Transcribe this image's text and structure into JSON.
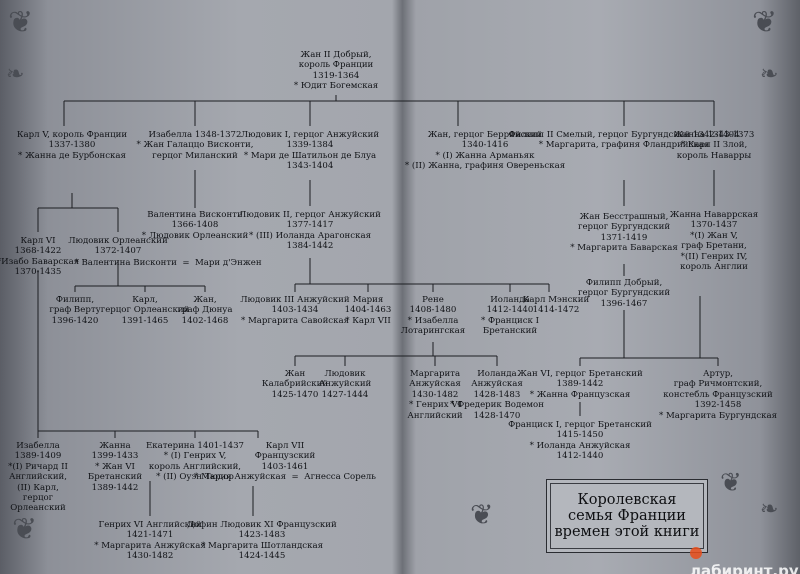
{
  "nodes": [
    {
      "id": "jean2",
      "text": "Жан II Добрый,\nкороль Франции\n1319-1364\n* Юдит Богемская"
    },
    {
      "id": "charles5",
      "text": "Карл V, король Франции\n1337-1380\n* Жанна де Бурбонская"
    },
    {
      "id": "isabella1348",
      "text": "Изабелла 1348-1372\n* Жан Галаццо Висконти,\nгерцог Миланский"
    },
    {
      "id": "louis1",
      "text": "Людовик I, герцог Анжуйский\n1339-1384\n* Мари де Шатильон де Блуа\n1343-1404"
    },
    {
      "id": "jean_berry",
      "text": "Жан, герцог Беррийский\n1340-1416\n* (I) Жанна Арманьяк\n* (II) Жанна, графиня Овереньская"
    },
    {
      "id": "philippe2",
      "text": "Филипп II Смелый, герцог Бургундский 1342-1404\n* Маргарита, графиня Фландрийская"
    },
    {
      "id": "jeanne1343",
      "text": "Жанна 1343-1373\n* Карл II Злой,\nкороль Наварры"
    },
    {
      "id": "valentina",
      "text": "Валентина Висконти\n1366-1408\n* Людовик Орлеанский"
    },
    {
      "id": "louis2",
      "text": "Людовик II, герцог Анжуйский\n1377-1417\n* (III) Иоланда Арагонская\n1384-1442"
    },
    {
      "id": "jean_fearless",
      "text": "Жан Бесстрашный,\nгерцог Бургундский\n1371-1419\n* Маргарита Баварская"
    },
    {
      "id": "jeanne_navarre",
      "text": "Жанна Наваррская\n1370-1437\n*(I) Жан V,\nграф Бретани,\n*(II) Генрих IV,\nкороль Англии"
    },
    {
      "id": "charles6",
      "text": "Карл VI\n1368-1422\n*Изабо Баварская\n1370-1435"
    },
    {
      "id": "louis_orleans",
      "text": "Людовик Орлеанский\n1372-1407"
    },
    {
      "id": "orleans_marriage",
      "text": "* Валентина Висконти  =  Мари д'Энжен"
    },
    {
      "id": "philippe_good",
      "text": "Филипп Добрый,\nгерцог Бургундский\n1396-1467"
    },
    {
      "id": "philippe_vertu",
      "text": "Филипп,\nграф Верту\n1396-1420"
    },
    {
      "id": "charles_orleans",
      "text": "Карл,\nгерцог Орлеанский\n1391-1465"
    },
    {
      "id": "jean_dunois",
      "text": "Жан,\nграф Дюнуа\n1402-1468"
    },
    {
      "id": "louis3",
      "text": "Людовик III Анжуйский\n1403-1434\n* Маргарита Савойская"
    },
    {
      "id": "marie",
      "text": "Мария\n1404-1463\n* Карл VII"
    },
    {
      "id": "rene",
      "text": "Рене\n1408-1480\n* Изабелла\nЛотарингская"
    },
    {
      "id": "yolande1412",
      "text": "Иоланда\n1412-1440\n* Франциск I\nБретанский"
    },
    {
      "id": "charles_maine",
      "text": "Карл Мэнский\n1414-1472"
    },
    {
      "id": "jean_calabria",
      "text": "Жан\nКалабрийский\n1425-1470"
    },
    {
      "id": "louis_anjou",
      "text": "Людовик\nАнжуйский\n1427-1444"
    },
    {
      "id": "margaret_anjou",
      "text": "Маргарита\nАнжуйская\n1430-1482\n* Генрих VI\nАнглийский"
    },
    {
      "id": "yolande1428",
      "text": "Иоланда\nАнжуйская\n1428-1483\n* Фредерик Водемон\n1428-1470"
    },
    {
      "id": "jean6",
      "text": "Жан VI, герцог Бретанский\n1389-1442\n* Жанна Французская"
    },
    {
      "id": "arthur",
      "text": "Артур,\nграф Ричмонтский,\nконстебль Французский\n1392-1458\n* Маргарита Бургундская"
    },
    {
      "id": "francis1",
      "text": "Франциск I, герцог Бретанский\n1415-1450\n* Иоланда Анжуйская\n1412-1440"
    },
    {
      "id": "isabella1389",
      "text": "Изабелла\n1389-1409\n*(I) Ричард II\nАнглийский,\n(II) Карл,\nгерцог\nОрлеанский"
    },
    {
      "id": "jeanne1399",
      "text": "Жанна\n1399-1433\n* Жан VI\nБретанский\n1389-1442"
    },
    {
      "id": "catherine",
      "text": "Екатерина 1401-1437\n* (I) Генрих V,\nкороль Английский,\n* (II) Оуэн Тюдор"
    },
    {
      "id": "charles7",
      "text": "Карл VII\nФранцузский\n1403-1461\n* Мария Анжуйская  =  Агнесса Сорель"
    },
    {
      "id": "henry6",
      "text": "Генрих VI Английский\n1421-1471\n* Маргарита Анжуйская\n1430-1482"
    },
    {
      "id": "louis11",
      "text": "Дофин Людовик XI Французский\n1423-1483\n* Маргарита Шотландская\n1424-1445"
    }
  ],
  "title": {
    "text": "Королевская\nсемья Франции\nвремен этой книги"
  },
  "watermark": {
    "text": "лабиринт.ру"
  }
}
